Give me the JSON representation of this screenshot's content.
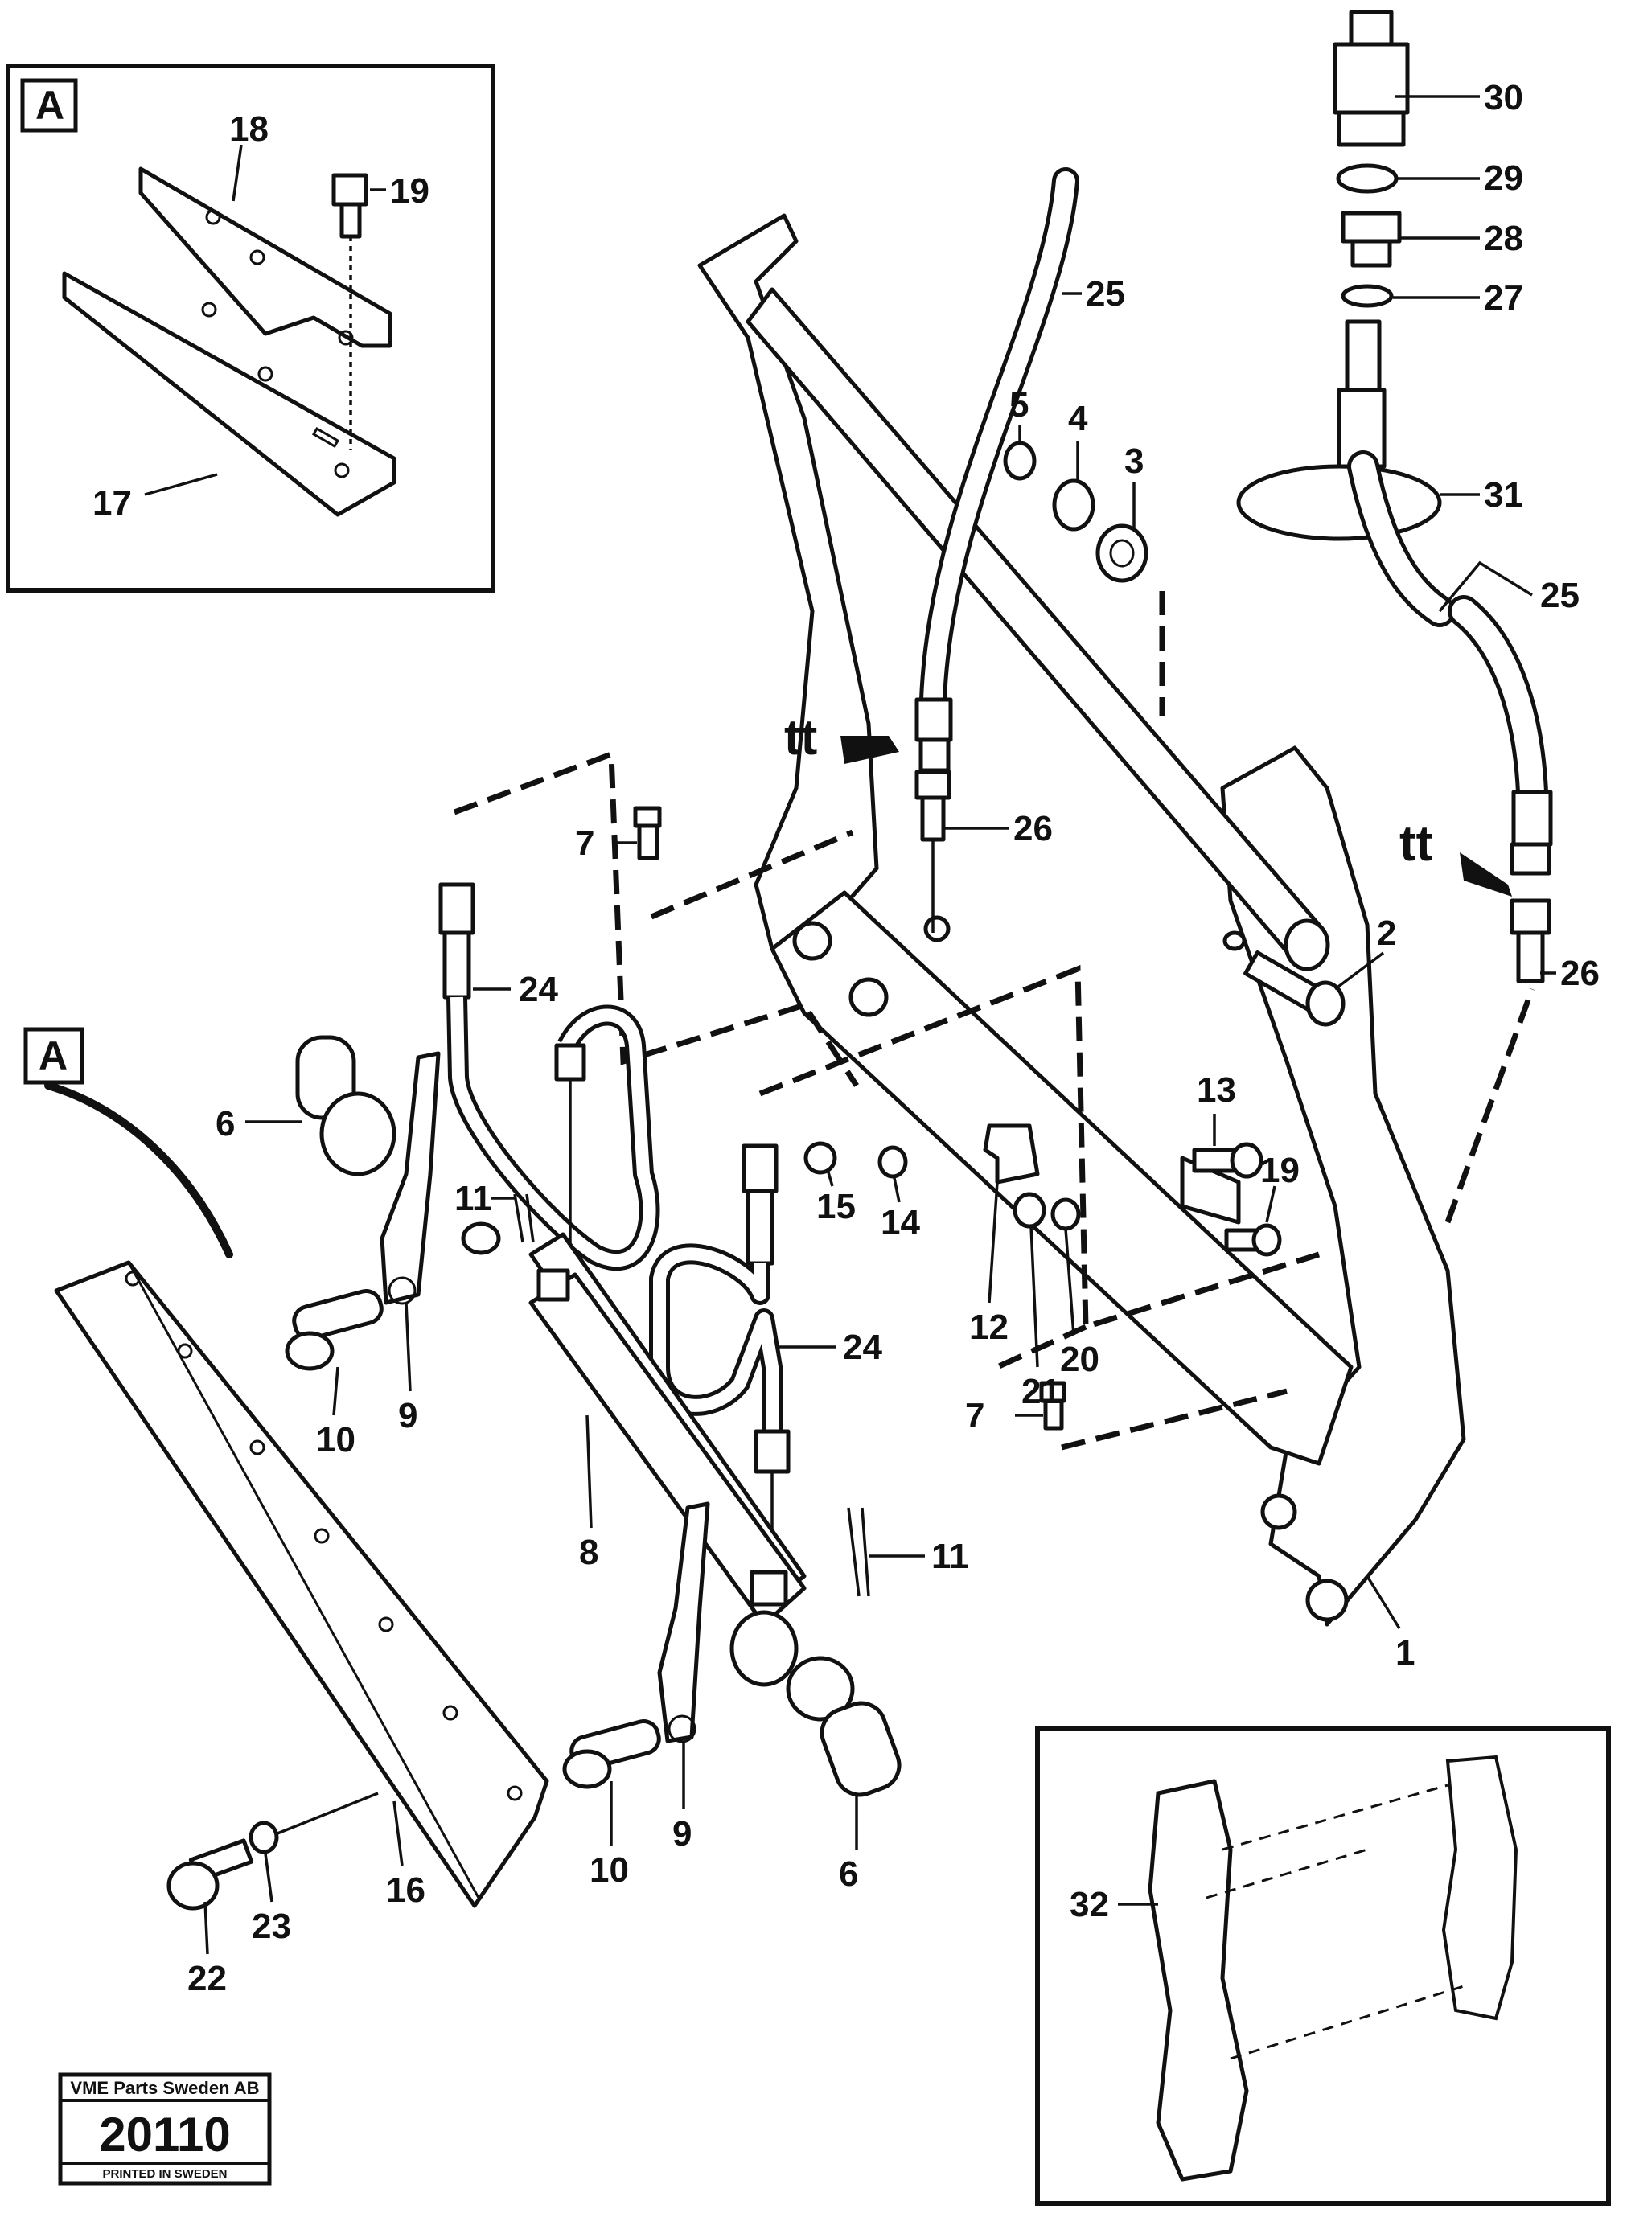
{
  "detail_marker": "A",
  "flow_marker": "tt",
  "callouts": [
    {
      "id": "c30",
      "text": "30"
    },
    {
      "id": "c29",
      "text": "29"
    },
    {
      "id": "c28",
      "text": "28"
    },
    {
      "id": "c27",
      "text": "27"
    },
    {
      "id": "c31",
      "text": "31"
    },
    {
      "id": "c25a",
      "text": "25"
    },
    {
      "id": "c25b",
      "text": "25"
    },
    {
      "id": "c26a",
      "text": "26"
    },
    {
      "id": "c26b",
      "text": "26"
    },
    {
      "id": "c5",
      "text": "5"
    },
    {
      "id": "c4",
      "text": "4"
    },
    {
      "id": "c3",
      "text": "3"
    },
    {
      "id": "c2",
      "text": "2"
    },
    {
      "id": "c13",
      "text": "13"
    },
    {
      "id": "c19b",
      "text": "19"
    },
    {
      "id": "c7a",
      "text": "7"
    },
    {
      "id": "c7b",
      "text": "7"
    },
    {
      "id": "c24a",
      "text": "24"
    },
    {
      "id": "c24b",
      "text": "24"
    },
    {
      "id": "c15",
      "text": "15"
    },
    {
      "id": "c14",
      "text": "14"
    },
    {
      "id": "c12",
      "text": "12"
    },
    {
      "id": "c21",
      "text": "21"
    },
    {
      "id": "c20",
      "text": "20"
    },
    {
      "id": "c6a",
      "text": "6"
    },
    {
      "id": "c6b",
      "text": "6"
    },
    {
      "id": "c11a",
      "text": "11"
    },
    {
      "id": "c11b",
      "text": "11"
    },
    {
      "id": "c10a",
      "text": "10"
    },
    {
      "id": "c10b",
      "text": "10"
    },
    {
      "id": "c9a",
      "text": "9"
    },
    {
      "id": "c9b",
      "text": "9"
    },
    {
      "id": "c8",
      "text": "8"
    },
    {
      "id": "c1",
      "text": "1"
    },
    {
      "id": "c16",
      "text": "16"
    },
    {
      "id": "c22",
      "text": "22"
    },
    {
      "id": "c23",
      "text": "23"
    },
    {
      "id": "c32",
      "text": "32"
    },
    {
      "id": "c18",
      "text": "18"
    },
    {
      "id": "c19a",
      "text": "19"
    },
    {
      "id": "c17",
      "text": "17"
    }
  ],
  "footer": {
    "company": "VME Parts Sweden AB",
    "number": "20110",
    "printed": "PRINTED IN SWEDEN"
  }
}
